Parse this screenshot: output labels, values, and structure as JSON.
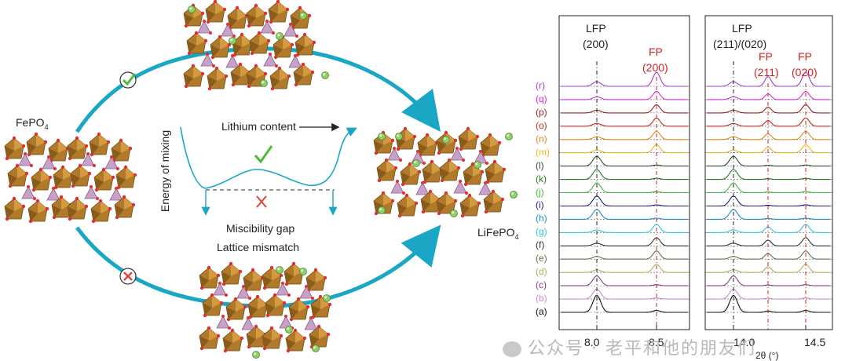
{
  "left": {
    "start_label": "FePO",
    "start_sub": "4",
    "end_label": "LiFePO",
    "end_sub": "4",
    "axis_x": "Lithium content",
    "axis_y": "Energy of mixing",
    "caption_line1": "Miscibility gap",
    "caption_line2": "Lattice mismatch",
    "colors": {
      "arrow": "#1aa7c6",
      "curve": "#1aa7c6",
      "check": "#4cbb3a",
      "cross": "#e0443b",
      "octa": "#b07a2a",
      "tetra": "#c8a0c8"
    }
  },
  "panel1": {
    "lfp_label": "LFP",
    "lfp_index": "(200)",
    "fp_label": "FP",
    "fp_index": "(200)",
    "ticks": [
      "8.0",
      "8.5"
    ]
  },
  "panel2": {
    "lfp_label": "LFP",
    "lfp_index": "(211)/(020)",
    "fp_label_a": "FP",
    "fp_index_a": "(211)",
    "fp_label_b": "FP",
    "fp_index_b": "(020)",
    "ticks": [
      "14.0",
      "14.5"
    ],
    "x_label": "2θ (°)"
  },
  "traces": [
    {
      "label": "(r)",
      "color": "#a040c8"
    },
    {
      "label": "(q)",
      "color": "#d42fd4"
    },
    {
      "label": "(p)",
      "color": "#9a2020"
    },
    {
      "label": "(o)",
      "color": "#c0281e"
    },
    {
      "label": "(n)",
      "color": "#e08a10"
    },
    {
      "label": "(m)",
      "color": "#e8b81a"
    },
    {
      "label": "(l)",
      "color": "#2e4a2e"
    },
    {
      "label": "(k)",
      "color": "#1f7a1f"
    },
    {
      "label": "(j)",
      "color": "#3cb83c"
    },
    {
      "label": "(i)",
      "color": "#1a1a8c"
    },
    {
      "label": "(h)",
      "color": "#1a8cc8"
    },
    {
      "label": "(g)",
      "color": "#2ac8d8"
    },
    {
      "label": "(f)",
      "color": "#333333"
    },
    {
      "label": "(e)",
      "color": "#6b6b4a"
    },
    {
      "label": "(d)",
      "color": "#b0b060"
    },
    {
      "label": "(c)",
      "color": "#8a3a8a"
    },
    {
      "label": "(b)",
      "color": "#d08ad0"
    },
    {
      "label": "(a)",
      "color": "#111111"
    }
  ],
  "watermark": "公众号 · 老平和他的朋友们"
}
